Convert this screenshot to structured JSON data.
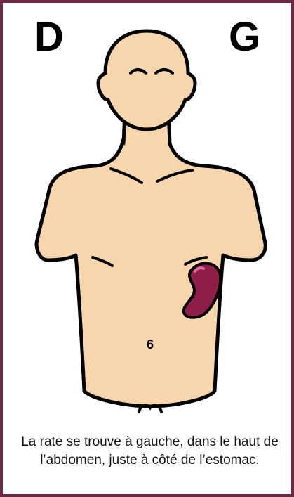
{
  "labels": {
    "right_side": "D",
    "left_side": "G"
  },
  "caption": "La rate se trouve à gauche, dans le haut de l’abdomen, juste à côté de l’estomac.",
  "colors": {
    "frame": "#6e2a45",
    "skin": "#f7d5ad",
    "outline": "#000000",
    "spleen": "#8e1d47",
    "spleen_highlight": "#e0679a"
  },
  "icons": {
    "body": "human-torso-illustration",
    "organ": "spleen-organ"
  }
}
